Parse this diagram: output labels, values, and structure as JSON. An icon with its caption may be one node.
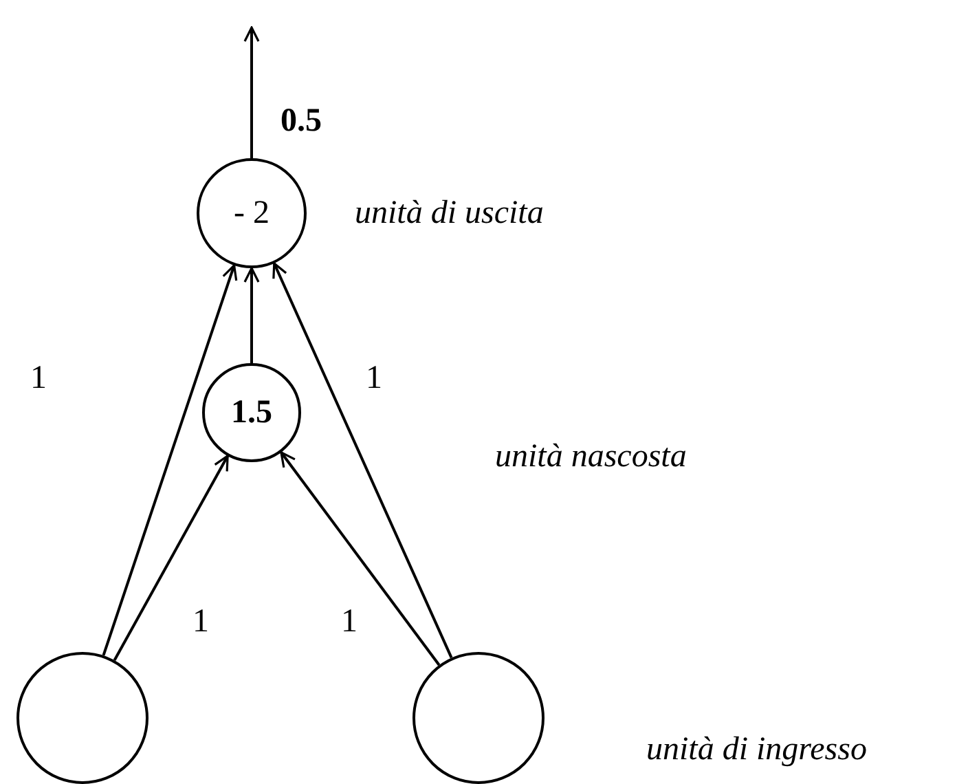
{
  "diagram": {
    "nodes": [
      {
        "text": [
          "- 2"
        ],
        "beside": [
          "unità di uscita"
        ]
      },
      {
        "text": [
          "1.5"
        ]
      },
      {
        "text": [],
        "shape": "circle"
      },
      {
        "text": [],
        "shape": "circle",
        "beside": [
          "unità di ingresso"
        ]
      }
    ],
    "edges": [
      {
        "from": 0,
        "to": null,
        "arrow": "to",
        "label": "0.5"
      },
      {
        "from": 2,
        "to": 0,
        "arrow": "to",
        "label": "1"
      },
      {
        "from": 1,
        "to": 0,
        "arrow": "to"
      },
      {
        "from": 3,
        "to": 0,
        "arrow": "to",
        "label": "1"
      },
      {
        "from": 2,
        "to": 1,
        "arrow": "to",
        "label": "1"
      },
      {
        "from": 3,
        "to": 1,
        "arrow": "to",
        "label": "1"
      }
    ],
    "labels": [
      "unità nascosta"
    ]
  }
}
